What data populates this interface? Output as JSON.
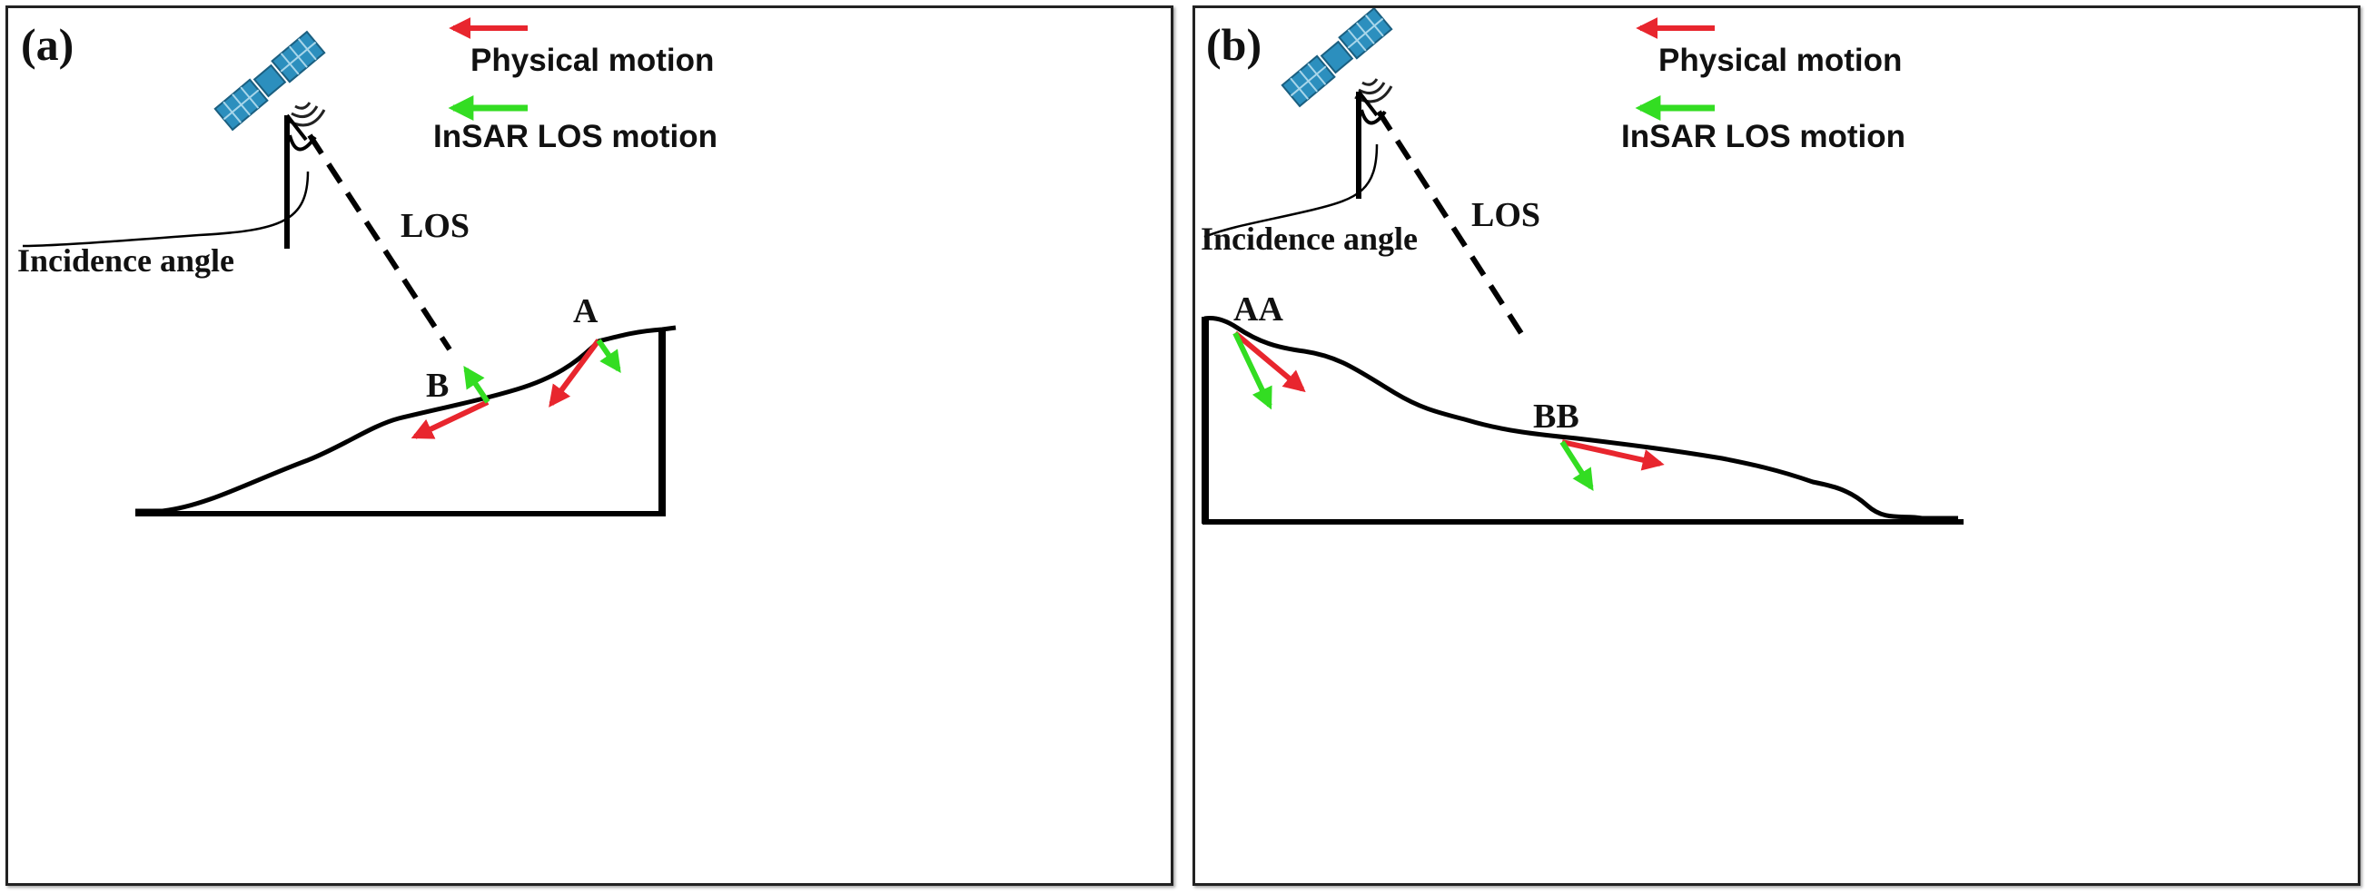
{
  "colors": {
    "physical": "#e8262e",
    "los": "#33dd22",
    "ground": "#000000",
    "satellite": "#2c8fbe"
  },
  "icons": [
    "satellite-icon",
    "radar-dish-icon"
  ],
  "legend": {
    "physical_label": "Physical motion",
    "los_label": "InSAR LOS motion"
  },
  "panels": [
    {
      "tag": "(a)",
      "los_label": "LOS",
      "incidence_label": "Incidence angle",
      "point_1": "A",
      "point_2": "B"
    },
    {
      "tag": "(b)",
      "los_label": "LOS",
      "incidence_label": "Incidence angle",
      "point_1": "AA",
      "point_2": "BB"
    }
  ]
}
